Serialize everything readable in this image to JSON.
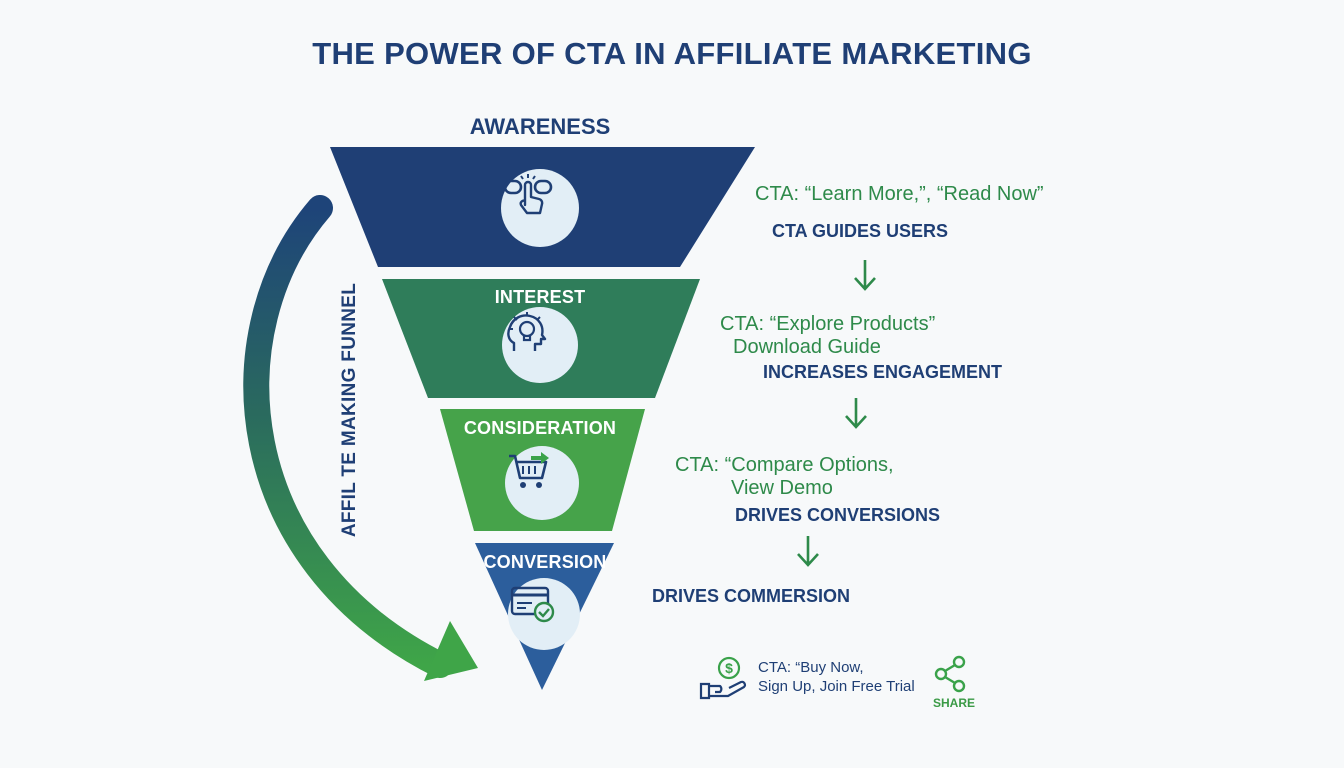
{
  "title": "THE POWER OF CTA IN AFFILIATE MARKETING",
  "side_label": "AFFIL TE MAKING FUNNEL",
  "colors": {
    "navy": "#1f3f75",
    "teal": "#2f7d5a",
    "green": "#3aa24a",
    "blue": "#2f5f9d",
    "accent_green": "#2e8a4a"
  },
  "funnel": [
    {
      "label": "AWARENESS",
      "icon": "hand-click-icon"
    },
    {
      "label": "INTEREST",
      "icon": "lightbulb-head-icon"
    },
    {
      "label": "CONSIDERATION",
      "icon": "shopping-cart-icon"
    },
    {
      "label": "CONVERSION",
      "icon": "credit-card-check-icon"
    }
  ],
  "annotations": {
    "awareness": {
      "cta": "CTA: “Learn More,”, “Read Now”",
      "effect": "CTA GUIDES USERS"
    },
    "interest": {
      "cta_line1": "CTA: “Explore Products”",
      "cta_line2": "Download Guide",
      "effect": "INCREASES ENGAGEMENT"
    },
    "consideration": {
      "cta_line1": "CTA: “Compare Options,",
      "cta_line2": "View Demo",
      "effect": "DRIVES CONVERSIONS"
    },
    "conversion": {
      "effect": "DRIVES COMMERSION",
      "cta_line1": "CTA: “Buy Now,",
      "cta_line2": "Sign Up, Join Free Trial"
    }
  },
  "share": {
    "label": "SHARE",
    "icon": "share-icon"
  },
  "money_icon": "money-hand-icon"
}
